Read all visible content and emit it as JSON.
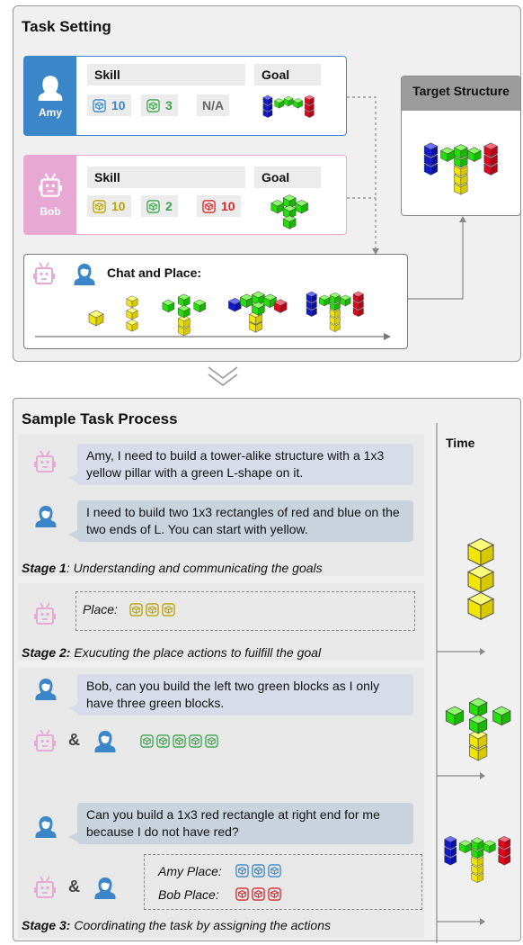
{
  "task_setting": {
    "title": "Task Setting",
    "amy": {
      "name": "Amy",
      "skill_label": "Skill",
      "goal_label": "Goal",
      "skills": [
        {
          "color": "blue",
          "value": "10"
        },
        {
          "color": "green",
          "value": "3"
        },
        {
          "value": "N/A"
        }
      ]
    },
    "bob": {
      "name": "Bob",
      "skill_label": "Skill",
      "goal_label": "Goal",
      "skills": [
        {
          "color": "yellow",
          "value": "10"
        },
        {
          "color": "green",
          "value": "2"
        },
        {
          "color": "red",
          "value": "10"
        }
      ]
    },
    "target_label": "Target Structure",
    "chat_label": "Chat and Place:"
  },
  "process": {
    "title": "Sample Task Process",
    "time_label": "Time",
    "msg1": "Amy, I need to build a tower-alike structure with a 1x3 yellow pillar with a green L-shape on it.",
    "msg2": "I need to build two 1x3 rectangles of red and blue on the two ends of L. You can start with yellow.",
    "stage1_label": "Stage 1",
    "stage1_text": ": Understanding and communicating the goals",
    "place_label": "Place:",
    "stage2_label": "Stage 2:",
    "stage2_text": " Exucuting the place actions to fuilfill the goal",
    "msg3": "Bob, can you build the left two green blocks as I only have three green blocks.",
    "amp1": "&",
    "msg4": "Can you build a 1x3 red rectangle at right end for me because I do not have red?",
    "amp2": "&",
    "amy_place": "Amy Place:",
    "bob_place": "Bob Place:",
    "stage3_label": "Stage 3:",
    "stage3_text": " Coordinating the task by assigning the actions"
  },
  "colors": {
    "amy": "#3a86c8",
    "bob": "#e7a9d3",
    "yellow": "#f2e600",
    "green": "#22e000",
    "red": "#e8001c",
    "blue": "#1018d0"
  }
}
